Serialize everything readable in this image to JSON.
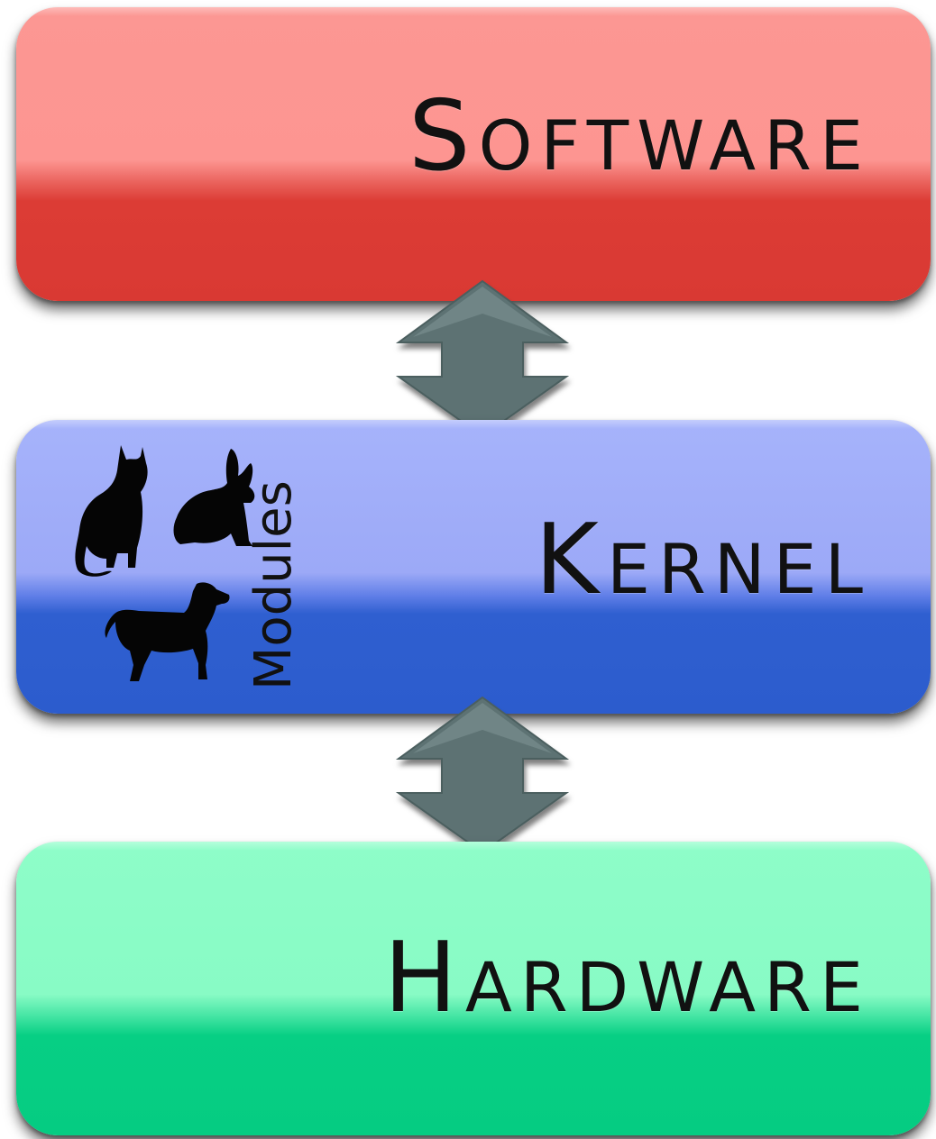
{
  "layers": {
    "software": {
      "label": "Software",
      "color": "#dc3c35"
    },
    "kernel": {
      "label": "Kernel",
      "color": "#2f5fd0",
      "modules_label": "Modules"
    },
    "hardware": {
      "label": "Hardware",
      "color": "#07cf84"
    }
  },
  "arrows": {
    "color": "#5d7273"
  },
  "icons": [
    "cat-icon",
    "rabbit-icon",
    "dog-icon",
    "double-arrow-icon"
  ]
}
